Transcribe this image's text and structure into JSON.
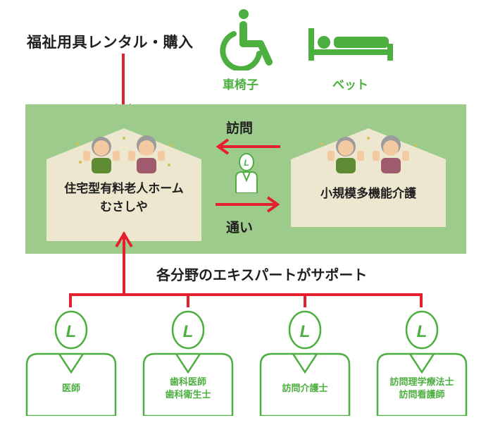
{
  "rental_title": "福祉用具レンタル・購入",
  "equipment": {
    "wheelchair_label": "車椅子",
    "bed_label": "ベット",
    "wheelchair_icon": "wheelchair-icon",
    "bed_icon": "bed-icon"
  },
  "home": {
    "line1": "住宅型有料老人ホーム",
    "line2": "むさしや"
  },
  "service": {
    "name": "小規模多機能介護"
  },
  "flows": {
    "visit": "訪問",
    "commute": "通い"
  },
  "experts_heading": "各分野のエキスパートがサポート",
  "staff_badge": "L",
  "staff": [
    {
      "line1": "医師",
      "line2": ""
    },
    {
      "line1": "歯科医師",
      "line2": "歯科衛生士"
    },
    {
      "line1": "訪問介護士",
      "line2": ""
    },
    {
      "line1": "訪問理学療法士",
      "line2": "訪問看護師"
    }
  ],
  "colors": {
    "accent_green": "#4caf3f",
    "panel_green": "#9dcb8b",
    "house_beige": "#ede7cf",
    "arrow_red": "#e5202e"
  }
}
